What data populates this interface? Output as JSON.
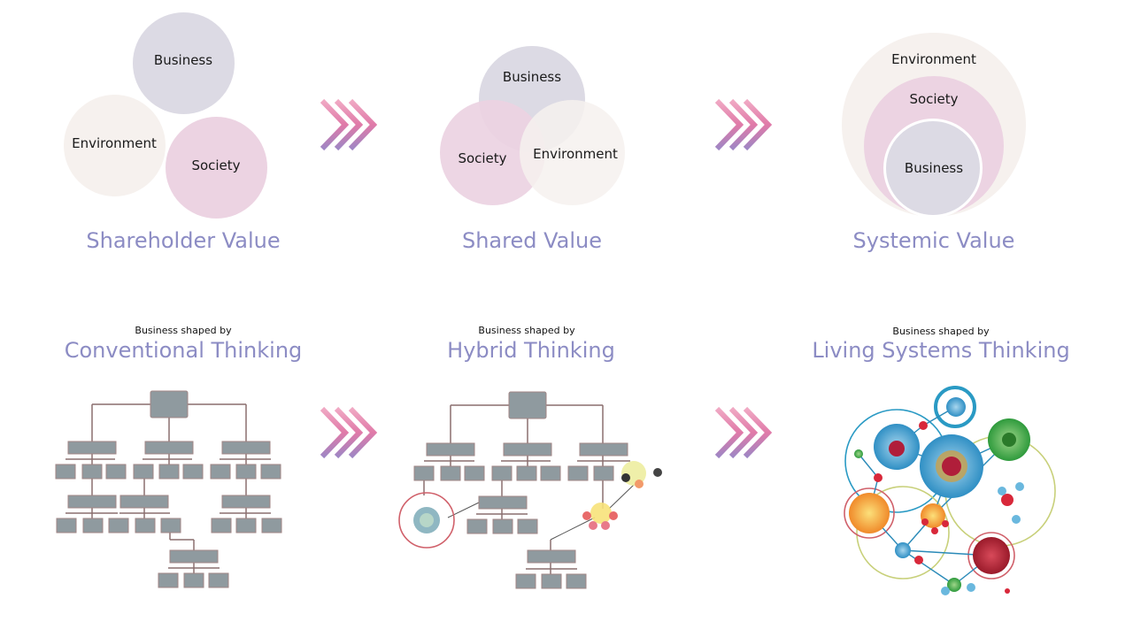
{
  "value_models": [
    {
      "title": "Shareholder Value",
      "labels": {
        "business": "Business",
        "environment": "Environment",
        "society": "Society"
      }
    },
    {
      "title": "Shared Value",
      "labels": {
        "business": "Business",
        "society": "Society",
        "environment": "Environment"
      }
    },
    {
      "title": "Systemic Value",
      "labels": {
        "environment": "Environment",
        "society": "Society",
        "business": "Business"
      }
    }
  ],
  "thinking_models": [
    {
      "prefix": "Business shaped by",
      "title": "Conventional Thinking"
    },
    {
      "prefix": "Business shaped by",
      "title": "Hybrid Thinking"
    },
    {
      "prefix": "Business shaped by",
      "title": "Living Systems Thinking"
    }
  ],
  "colors": {
    "business": "#dcdae4",
    "society": "#ecd3e2",
    "environment": "#f6f1ee",
    "title": "#8c8cc4",
    "box": "#8f9a9f",
    "line": "#8a6f6f"
  }
}
